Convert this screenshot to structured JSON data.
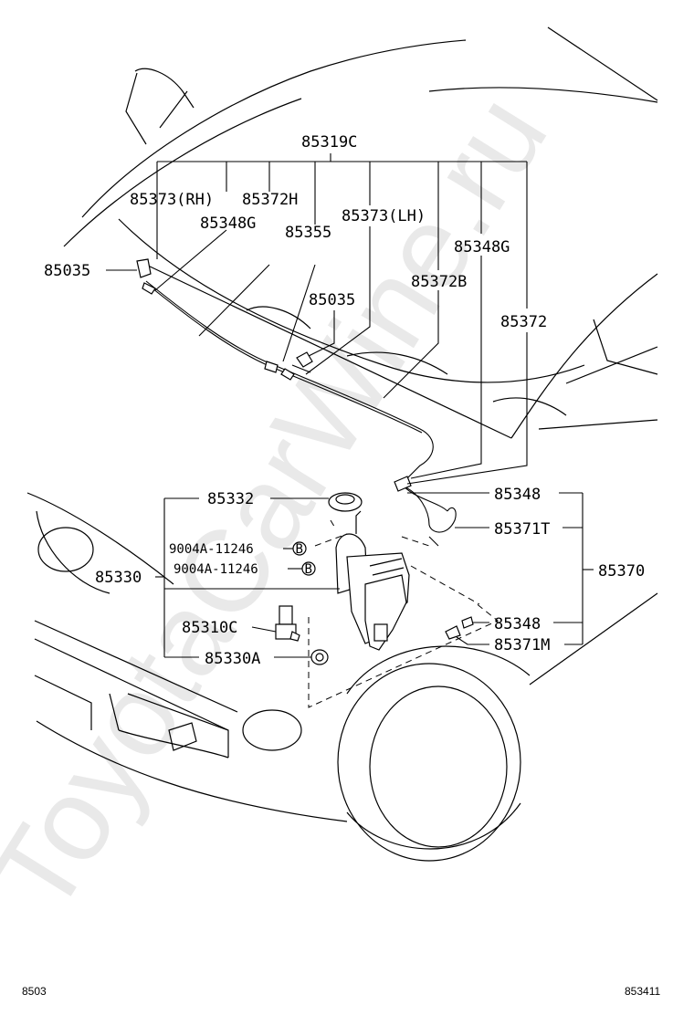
{
  "watermark": "ToyotaCarWine.ru",
  "footer": {
    "left_code": "8503",
    "right_code": "853411"
  },
  "callouts": {
    "assy_nozzle_hose": "85319C",
    "nozzle_rh": "85373(RH)",
    "hose_h": "85372H",
    "joint_g_left": "85348G",
    "valve": "85355",
    "nozzle_lh": "85373(LH)",
    "joint_g_right": "85348G",
    "clamp_left": "85035",
    "clamp_center": "85035",
    "hose_b": "85372B",
    "hose": "85372",
    "joint_upper": "85348",
    "hose_t": "85371T",
    "hose_assy": "85370",
    "joint_lower": "85348",
    "hose_m": "85371M",
    "cap": "85332",
    "bolt_1": "9004A-11246",
    "bolt_2": "9004A-11246",
    "bolt_marker": "B",
    "jar_assy": "85330",
    "motor": "85310C",
    "grommet": "85330A"
  }
}
